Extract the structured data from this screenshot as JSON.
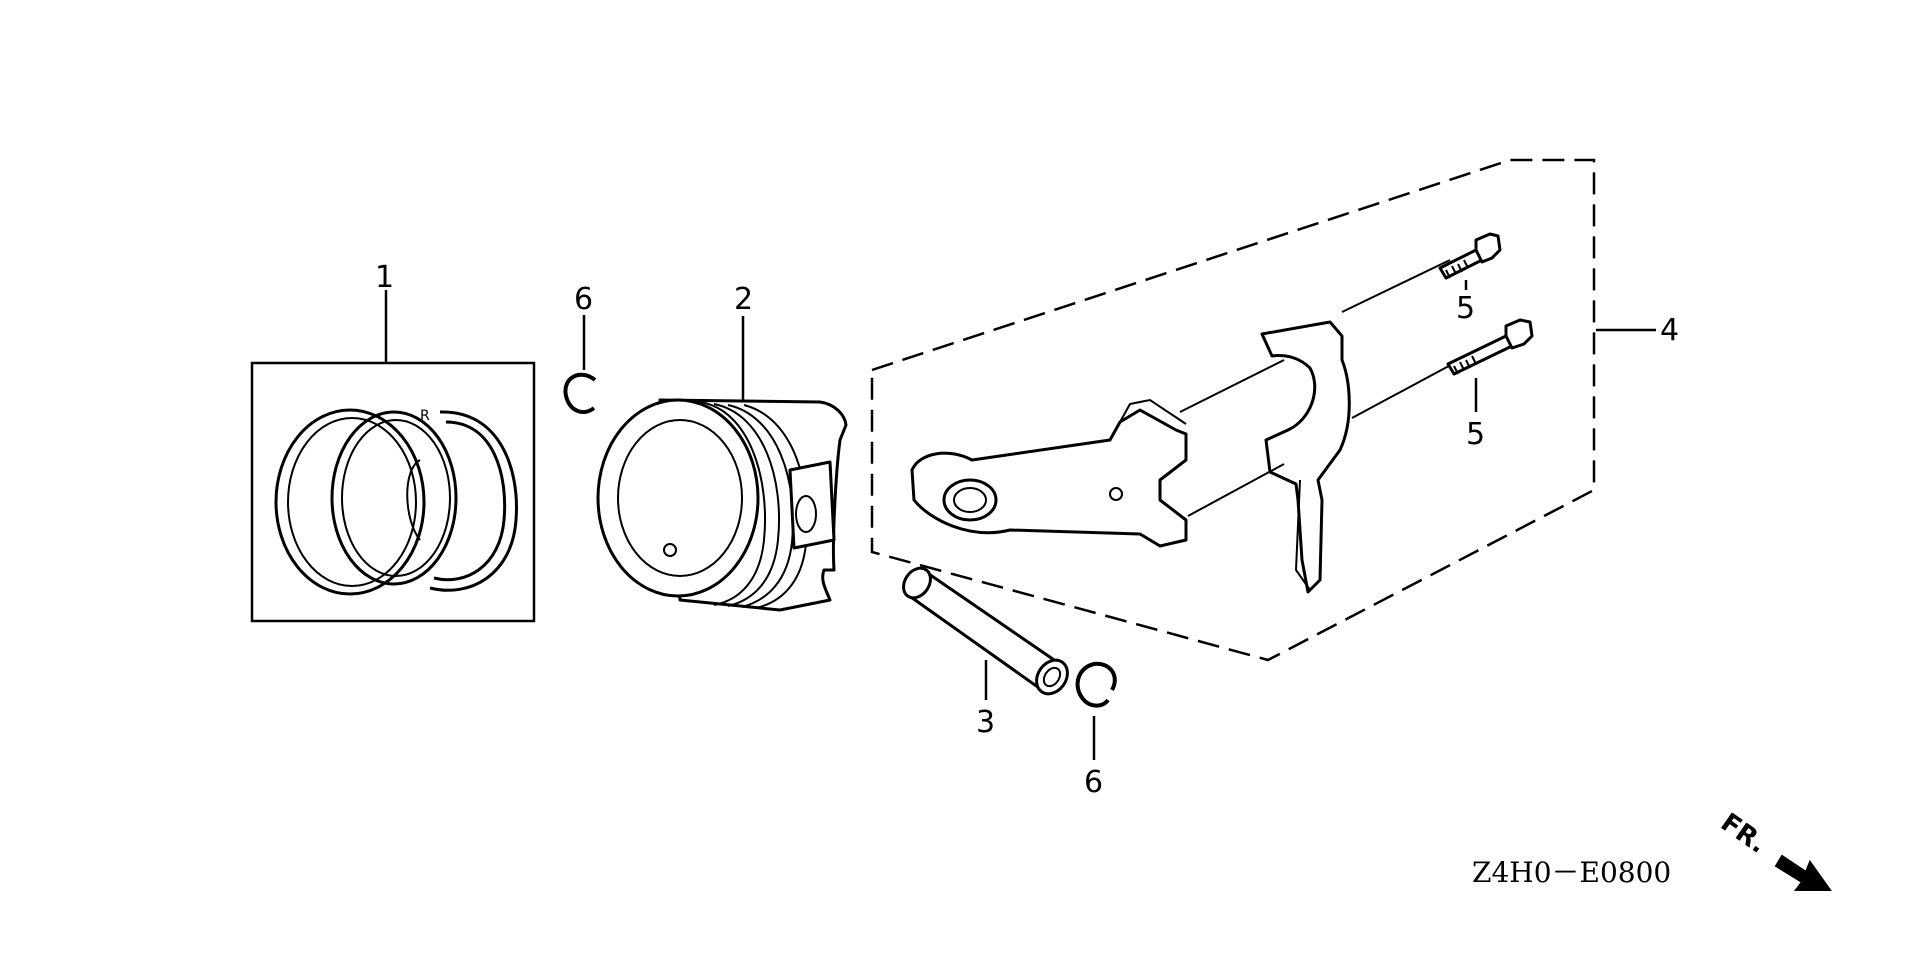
{
  "diagram_code": "Z4H0－E0800",
  "direction_label": "FR.",
  "callouts": {
    "piston_ring_set": "1",
    "piston": "2",
    "piston_pin": "3",
    "connecting_rod_set": "4",
    "rod_bolt_upper": "5",
    "rod_bolt_lower": "5",
    "clip_upper": "6",
    "clip_lower": "6"
  }
}
